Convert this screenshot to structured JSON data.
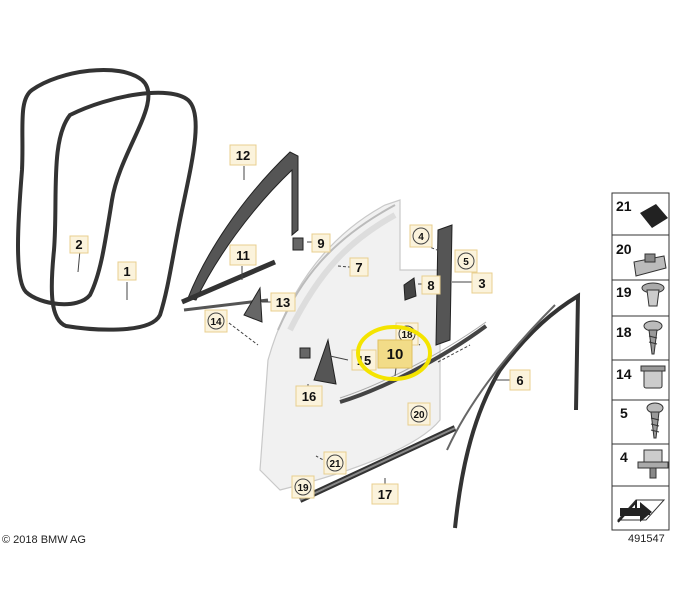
{
  "copyright": "© 2018 BMW AG",
  "diagram_number": "491547",
  "colors": {
    "highlight_ring": "#f4e400",
    "label_box_fill": "#fbf3dc",
    "label_box_stroke": "#e8cf8f",
    "highlight_box_fill": "#f2dc88",
    "seal_stroke": "#333333",
    "door_fill": "#f1f1f1"
  },
  "callouts": {
    "n1": "1",
    "n2": "2",
    "n3": "3",
    "n4": "4",
    "n5": "5",
    "n6": "6",
    "n7": "7",
    "n8": "8",
    "n9": "9",
    "n10": "10",
    "n11": "11",
    "n12": "12",
    "n13": "13",
    "n14": "14",
    "n15": "15",
    "n16": "16",
    "n17": "17",
    "n18": "18",
    "n19": "19",
    "n20": "20",
    "n21": "21"
  },
  "legend": {
    "items": [
      {
        "num": "21",
        "icon": "foam-pad-icon"
      },
      {
        "num": "20",
        "icon": "clip-nut-icon"
      },
      {
        "num": "19",
        "icon": "push-rivet-icon"
      },
      {
        "num": "18",
        "icon": "screw-icon"
      },
      {
        "num": "14",
        "icon": "clip-icon"
      },
      {
        "num": "5",
        "icon": "screw-icon"
      },
      {
        "num": "4",
        "icon": "clip-nut-icon"
      }
    ],
    "footer_icon": "direction-arrow-icon"
  }
}
